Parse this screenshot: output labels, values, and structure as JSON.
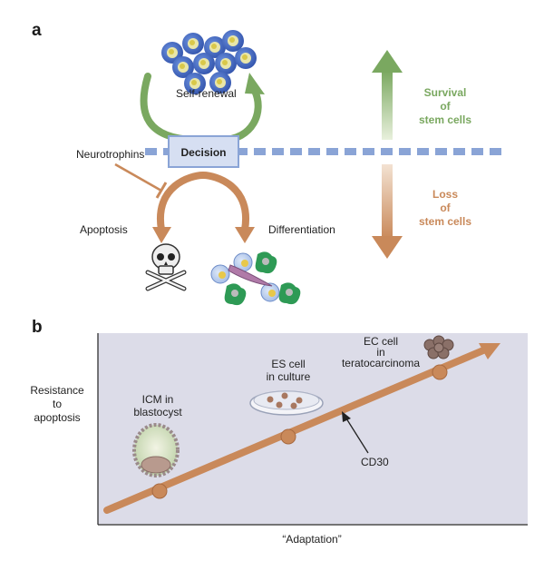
{
  "panel_a": {
    "label": "a",
    "self_renewal": "Self-renewal",
    "decision": "Decision",
    "neurotrophins": "Neurotrophins",
    "apoptosis": "Apoptosis",
    "differentiation": "Differentiation",
    "survival_lines": [
      "Survival",
      "of",
      "stem cells"
    ],
    "loss_lines": [
      "Loss",
      "of",
      "stem cells"
    ]
  },
  "panel_b": {
    "label": "b",
    "y_axis_lines": [
      "Resistance",
      "to",
      "apoptosis"
    ],
    "x_axis": "“Adaptation”",
    "icm_lines": [
      "ICM in",
      "blastocyst"
    ],
    "es_lines": [
      "ES cell",
      "in culture"
    ],
    "ec_lines": [
      "EC cell",
      "in",
      "teratocarcinoma"
    ],
    "cd30": "CD30"
  },
  "colors": {
    "green": "#7aa860",
    "orange": "#c9895a",
    "blue_dash": "#8aa4d6",
    "panel_bg": "#dcdce8"
  }
}
